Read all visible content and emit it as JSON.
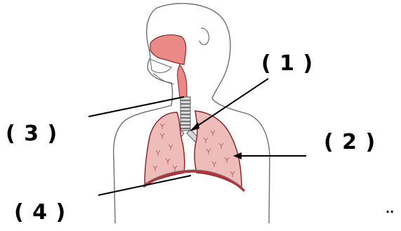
{
  "labels": {
    "label_1": "( 1 )",
    "label_2": "( 2 )",
    "label_3": "( 3 )",
    "label_4": "( 4 )"
  },
  "corner_mark": "..",
  "colors": {
    "outline": "#6e6e6e",
    "lung_fill": "#efbcbc",
    "lung_edge": "#8a2a2a",
    "airway_fill": "#e98a86",
    "diaphragm": "#b8303a",
    "trachea_rings": "#5a5a5a",
    "pointer": "#000000"
  }
}
